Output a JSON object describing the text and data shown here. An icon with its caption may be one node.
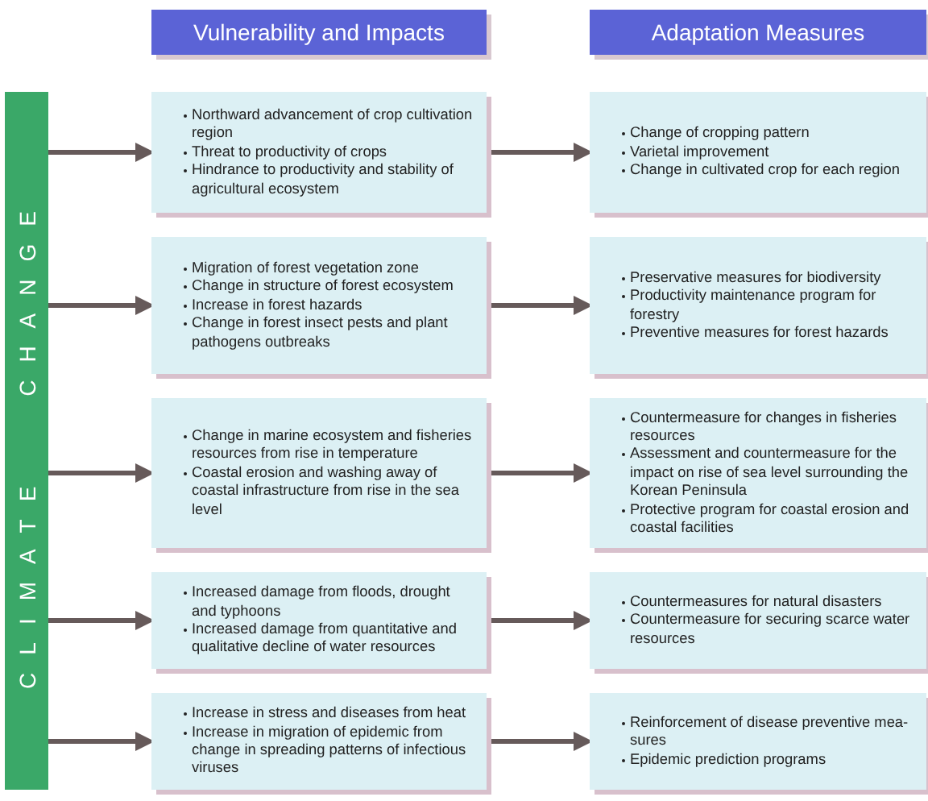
{
  "diagram": {
    "nodes": [
      {
        "text": [
          "Vulnerability and Impacts"
        ]
      },
      {
        "text": [
          "Adaptation Measures"
        ]
      },
      {
        "text": [
          "CLIMATE CHANGE"
        ]
      },
      {
        "text": [
          "Northward advancement of crop cultivation region",
          "Threat to productivity of crops",
          "Hindrance to productivity and stability of agricultural ecosystem"
        ]
      },
      {
        "text": [
          "Migration of forest vegetation zone",
          "Change in structure of forest ecosystem",
          "Increase in forest hazards",
          "Change in forest insect pests and plant pathogens outbreaks"
        ]
      },
      {
        "text": [
          "Change in marine ecosystem and fisheries resources from rise in temperature",
          "Coastal erosion and washing away of coastal infrastructure from rise in the sea level"
        ]
      },
      {
        "text": [
          "Increased damage from floods, drought and typhoons",
          "Increased damage from quantitative and qualitative decline of water resources"
        ]
      },
      {
        "text": [
          "Increase in stress and diseases from heat",
          "Increase in migration of epidemic from change in spreading patterns of infectious viruses"
        ]
      },
      {
        "text": [
          "Change of cropping pattern",
          "Varietal improvement",
          "Change in cultivated crop for each region"
        ]
      },
      {
        "text": [
          "Preservative measures for biodiversity",
          "Productivity maintenance program for forestry",
          "Preventive measures for forest hazards"
        ]
      },
      {
        "text": [
          "Countermeasure for changes in fisheries resources",
          "Assessment and countermeasure for the impact on rise of sea level surrounding the Korean Peninsula",
          "Protective program for coastal erosion and coastal facilities"
        ]
      },
      {
        "text": [
          "Countermeasures for natural disasters",
          "Countermeasure for securing scarce water resources"
        ]
      },
      {
        "text": [
          "Reinforcement of disease preventive mea-sures",
          "Epidemic prediction programs"
        ]
      }
    ],
    "edges": [
      {
        "from": 2,
        "to": 3,
        "arrow": "to"
      },
      {
        "from": 2,
        "to": 4,
        "arrow": "to"
      },
      {
        "from": 2,
        "to": 5,
        "arrow": "to"
      },
      {
        "from": 2,
        "to": 6,
        "arrow": "to"
      },
      {
        "from": 2,
        "to": 7,
        "arrow": "to"
      },
      {
        "from": 3,
        "to": 8,
        "arrow": "to"
      },
      {
        "from": 4,
        "to": 9,
        "arrow": "to"
      },
      {
        "from": 5,
        "to": 10,
        "arrow": "to"
      },
      {
        "from": 6,
        "to": 11,
        "arrow": "to"
      },
      {
        "from": 7,
        "to": 12,
        "arrow": "to"
      }
    ]
  }
}
